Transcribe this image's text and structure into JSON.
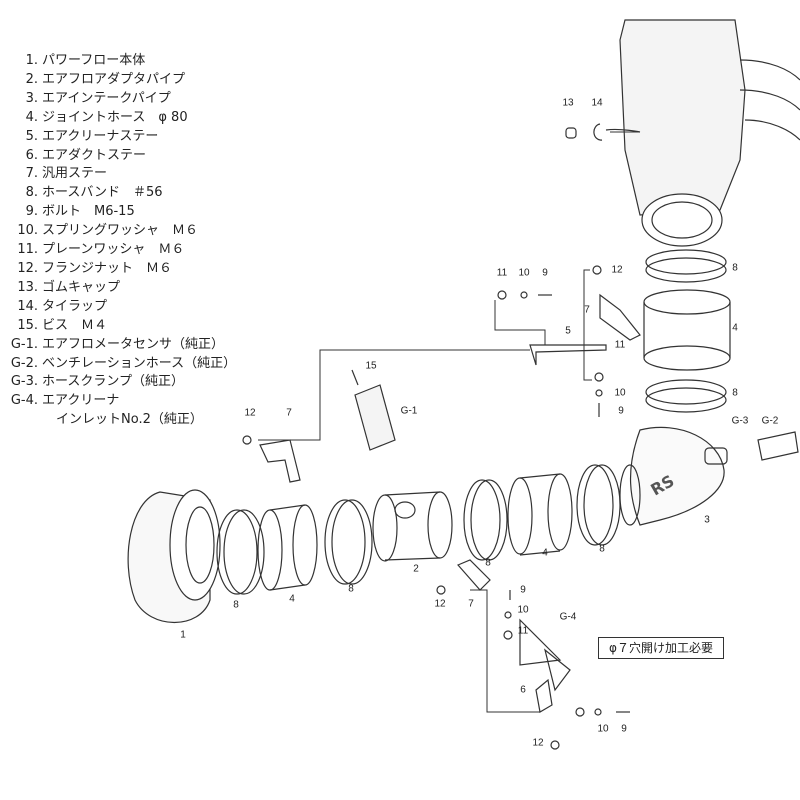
{
  "parts_list": [
    {
      "num": "1.",
      "name": "パワーフロー本体"
    },
    {
      "num": "2.",
      "name": "エアフロアダプタパイプ"
    },
    {
      "num": "3.",
      "name": "エアインテークパイプ"
    },
    {
      "num": "4.",
      "name": "ジョイントホース　φ 80"
    },
    {
      "num": "5.",
      "name": "エアクリーナステー"
    },
    {
      "num": "6.",
      "name": "エアダクトステー"
    },
    {
      "num": "7.",
      "name": "汎用ステー"
    },
    {
      "num": "8.",
      "name": "ホースバンド　＃56"
    },
    {
      "num": "9.",
      "name": "ボルト　M6-15"
    },
    {
      "num": "10.",
      "name": "スプリングワッシャ　Ｍ６"
    },
    {
      "num": "11.",
      "name": "プレーンワッシャ　Ｍ６"
    },
    {
      "num": "12.",
      "name": "フランジナット　Ｍ６"
    },
    {
      "num": "13.",
      "name": "ゴムキャップ"
    },
    {
      "num": "14.",
      "name": "タイラップ"
    },
    {
      "num": "15.",
      "name": "ビス　Ｍ４"
    },
    {
      "num": "G-1.",
      "name": "エアフロメータセンサ（純正）"
    },
    {
      "num": "G-2.",
      "name": "ベンチレーションホース（純正）"
    },
    {
      "num": "G-3.",
      "name": "ホースクランプ（純正）"
    },
    {
      "num": "G-4.",
      "name": "エアクリーナ"
    }
  ],
  "parts_list_continuation": "インレットNo.2（純正）",
  "callouts": [
    "13",
    "14",
    "11",
    "10",
    "9",
    "12",
    "8",
    "7",
    "5",
    "4",
    "11",
    "10",
    "8",
    "9",
    "G-3",
    "G-2",
    "15",
    "G-1",
    "12",
    "7",
    "3",
    "8",
    "4",
    "8",
    "2",
    "8",
    "4",
    "8",
    "1",
    "9",
    "12",
    "7",
    "10",
    "G-4",
    "11",
    "6",
    "12",
    "10",
    "9"
  ],
  "note": "φ７穴開け加工必要",
  "pipe_logo": "RS"
}
